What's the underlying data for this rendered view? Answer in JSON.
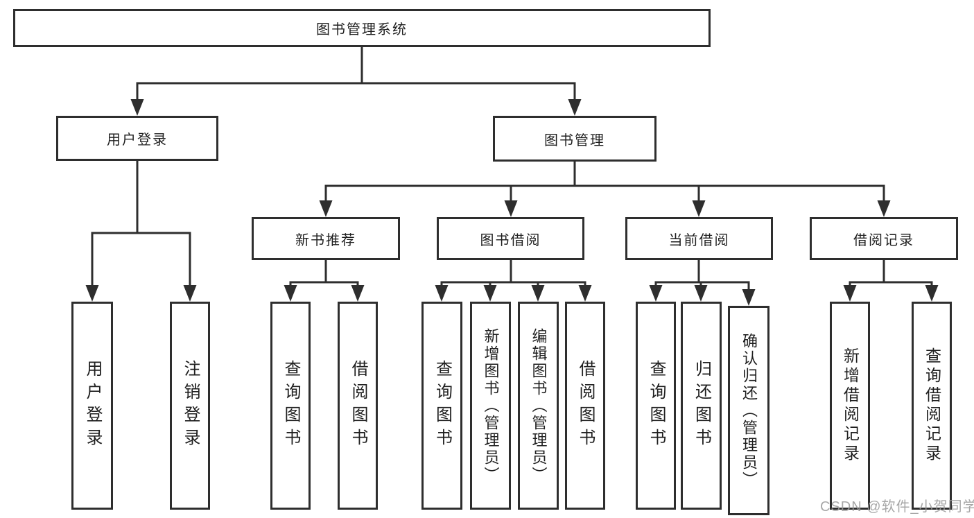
{
  "diagram": {
    "title": "图书管理系统",
    "level2": [
      {
        "label": "用户登录"
      },
      {
        "label": "图书管理"
      }
    ],
    "level3": [
      {
        "label": "新书推荐"
      },
      {
        "label": "图书借阅"
      },
      {
        "label": "当前借阅"
      },
      {
        "label": "借阅记录"
      }
    ],
    "leaves": {
      "user_login": [
        {
          "label": "用户登录"
        },
        {
          "label": "注销登录"
        }
      ],
      "new_book": [
        {
          "label": "查询图书"
        },
        {
          "label": "借阅图书"
        }
      ],
      "book_borrow": [
        {
          "label": "查询图书"
        },
        {
          "label": "新增图书（管理员）"
        },
        {
          "label": "编辑图书（管理员）"
        },
        {
          "label": "借阅图书"
        }
      ],
      "current_borrow": [
        {
          "label": "查询图书"
        },
        {
          "label": "归还图书"
        },
        {
          "label": "确认归还（管理员）"
        }
      ],
      "borrow_record": [
        {
          "label": "新增借阅记录"
        },
        {
          "label": "查询借阅记录"
        }
      ]
    }
  },
  "watermark": "CSDN @软件_小贺同学",
  "colors": {
    "line": "#2e2e2e",
    "text": "#1f1f1f",
    "watermark": "#9c9c9c",
    "background": "#ffffff"
  }
}
